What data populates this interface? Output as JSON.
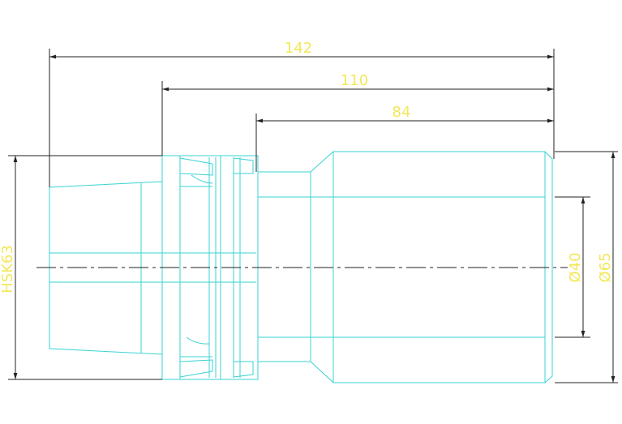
{
  "dimensions": {
    "overall_length": "142",
    "length_110": "110",
    "length_84": "84",
    "taper_label": "HSK63",
    "inner_diameter": "Ø40",
    "outer_diameter": "Ø65"
  },
  "colors": {
    "part_outline": "#39d3d3",
    "dimension_lines": "#222222",
    "dimension_text": "#f2e85a",
    "background": "#ffffff"
  }
}
